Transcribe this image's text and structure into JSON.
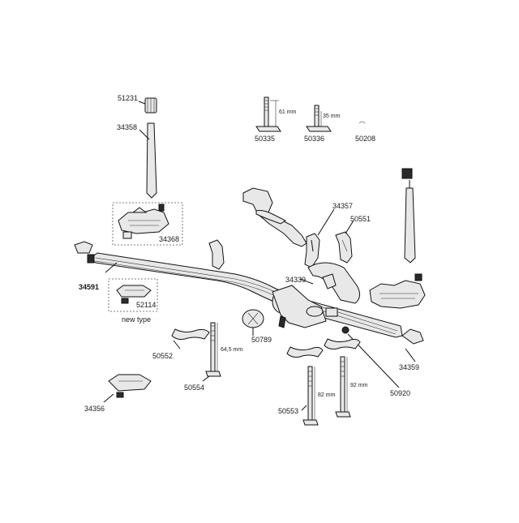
{
  "parts": {
    "p51231": "51231",
    "p34358": "34358",
    "p50335": "50335",
    "p50336": "50336",
    "p50208": "50208",
    "p34357": "34357",
    "p50551": "50551",
    "p34368": "34368",
    "p34591": "34591",
    "p52114": "52114",
    "p34339": "34339",
    "p50552": "50552",
    "p50789": "50789",
    "p50554": "50554",
    "p34356": "34356",
    "p50553": "50553",
    "p34359": "34359",
    "p50920": "50920"
  },
  "notes": {
    "new_type": "new type"
  },
  "dimensions": {
    "d61": "61 mm",
    "d35": "35 mm",
    "d64": "64,5 mm",
    "d82": "82 mm",
    "d92": "92 mm"
  }
}
